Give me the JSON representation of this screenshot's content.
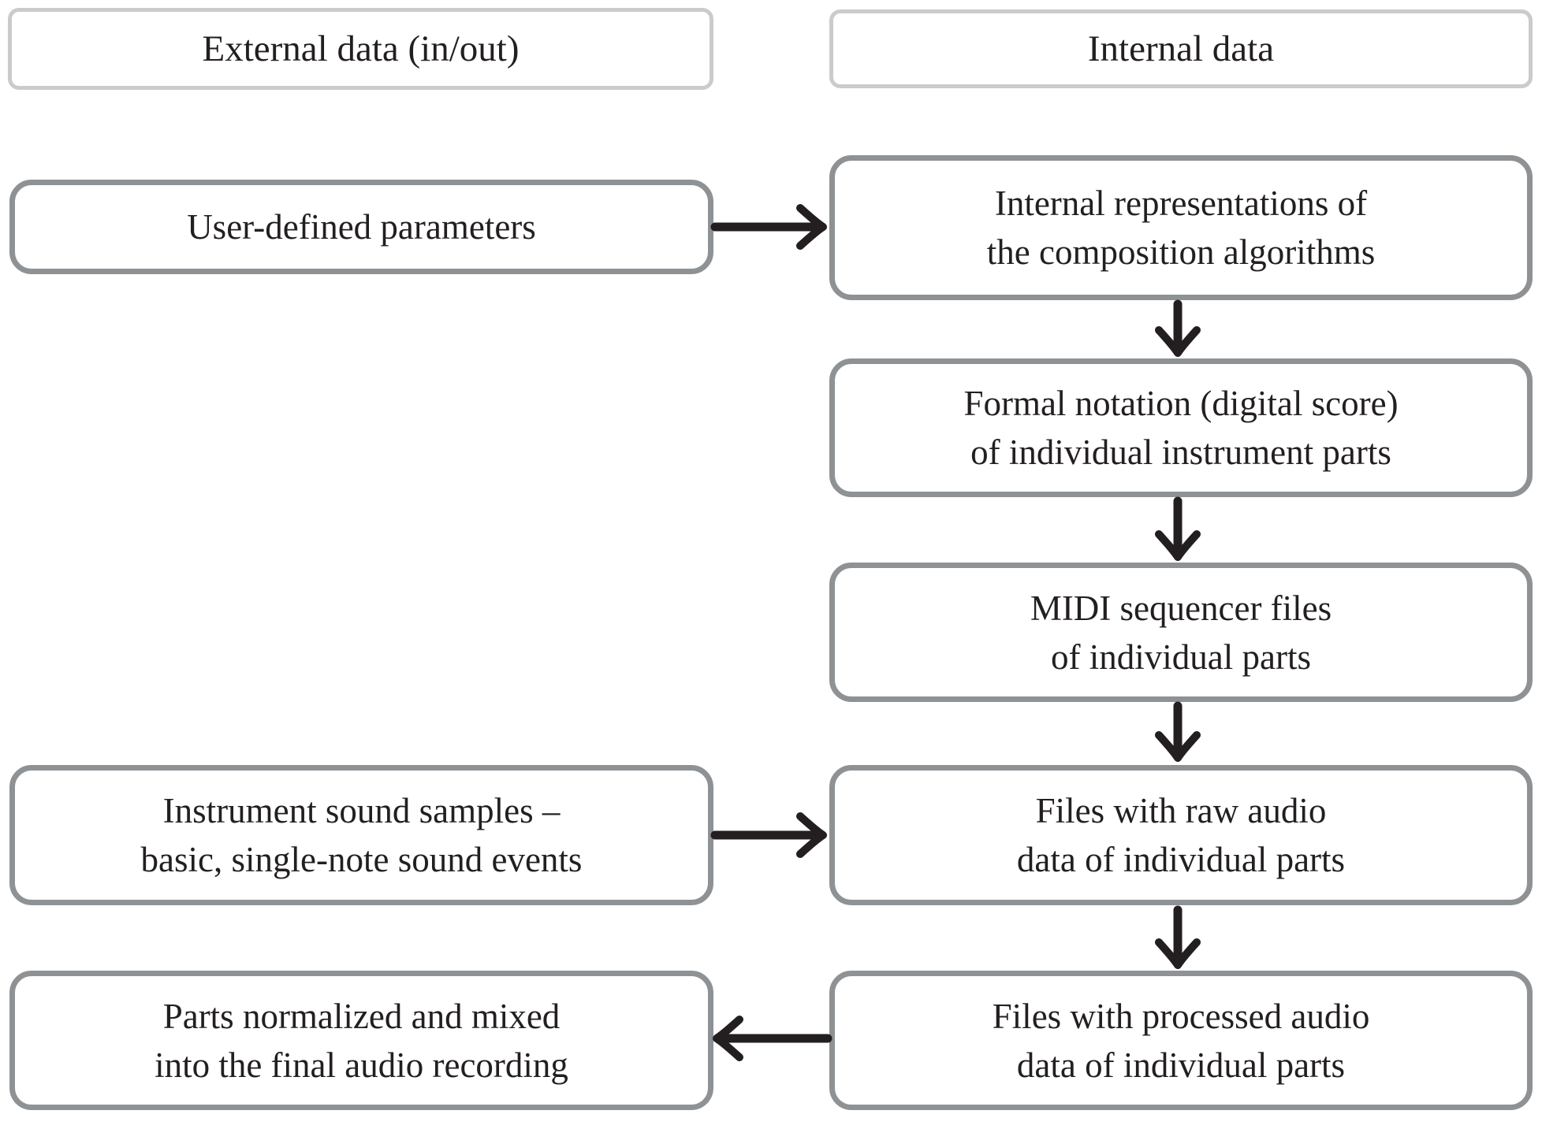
{
  "headers": {
    "external": "External data (in/out)",
    "internal": "Internal data"
  },
  "nodes": {
    "user_params": {
      "column": "external",
      "lines": [
        "User-defined parameters"
      ]
    },
    "internal_repr": {
      "column": "internal",
      "lines": [
        "Internal representations of",
        "the composition algorithms"
      ]
    },
    "formal_notation": {
      "column": "internal",
      "lines": [
        "Formal notation (digital score)",
        "of individual instrument parts"
      ]
    },
    "midi_files": {
      "column": "internal",
      "lines": [
        "MIDI sequencer files",
        "of individual parts"
      ]
    },
    "sound_samples": {
      "column": "external",
      "lines": [
        "Instrument sound samples –",
        "basic, single-note sound events"
      ]
    },
    "raw_audio": {
      "column": "internal",
      "lines": [
        "Files with raw audio",
        "data of individual parts"
      ]
    },
    "processed_audio": {
      "column": "internal",
      "lines": [
        "Files with processed audio",
        "data of individual parts"
      ]
    },
    "mixed_recording": {
      "column": "external",
      "lines": [
        "Parts normalized and mixed",
        "into the final audio recording"
      ]
    }
  },
  "edges": [
    {
      "from": "user_params",
      "to": "internal_repr",
      "direction": "right"
    },
    {
      "from": "internal_repr",
      "to": "formal_notation",
      "direction": "down"
    },
    {
      "from": "formal_notation",
      "to": "midi_files",
      "direction": "down"
    },
    {
      "from": "midi_files",
      "to": "raw_audio",
      "direction": "down"
    },
    {
      "from": "sound_samples",
      "to": "raw_audio",
      "direction": "right"
    },
    {
      "from": "raw_audio",
      "to": "processed_audio",
      "direction": "down"
    },
    {
      "from": "processed_audio",
      "to": "mixed_recording",
      "direction": "left"
    }
  ],
  "colors": {
    "background": "#ffffff",
    "text": "#231f20",
    "arrow": "#231f20",
    "node_border": "#8f9294",
    "header_border": "#c9cbcd"
  }
}
